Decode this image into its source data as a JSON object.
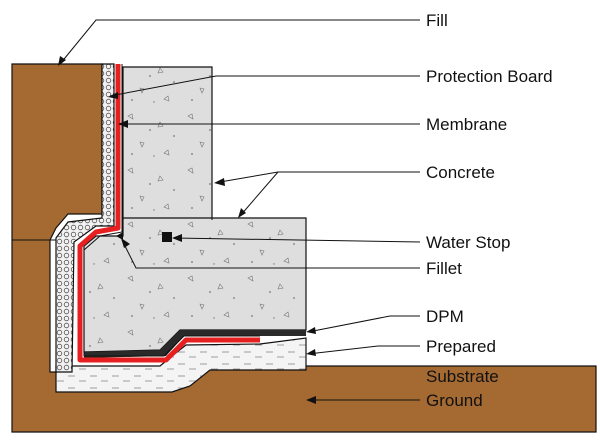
{
  "labels": {
    "fill": "Fill",
    "protection_board": "Protection Board",
    "membrane": "Membrane",
    "concrete": "Concrete",
    "water_stop": "Water Stop",
    "fillet": "Fillet",
    "dpm": "DPM",
    "prepared": "Prepared",
    "substrate": "Substrate",
    "ground": "Ground"
  },
  "colors": {
    "soil": "#a46a32",
    "concrete": "#dedede",
    "membrane": "#e62020",
    "dpm": "#2a2a2a",
    "protection_board": "#f2f2f2",
    "substrate": "#f4f4f4",
    "water_stop": "#111111",
    "ink": "#111111"
  }
}
